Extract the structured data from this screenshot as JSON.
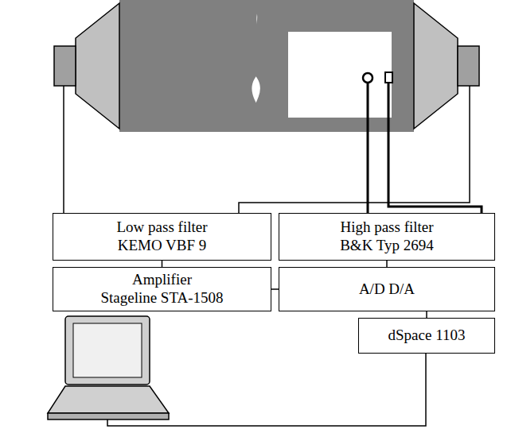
{
  "diagram": {
    "nodes": [
      {
        "text": [
          "Low pass filter",
          "KEMO VBF 9"
        ]
      },
      {
        "text": [
          "High pass filter",
          "B&K Typ 2694"
        ]
      },
      {
        "text": [
          "Amplifier",
          "Stageline STA-1508"
        ]
      },
      {
        "text": [
          "A/D D/A"
        ]
      },
      {
        "text": [
          "dSpace 1103"
        ]
      }
    ],
    "edges": [
      {
        "from": 0,
        "to": 2,
        "arrow": "none"
      },
      {
        "from": 1,
        "to": 3,
        "arrow": "none"
      },
      {
        "from": 2,
        "to": 3,
        "arrow": "none"
      },
      {
        "from": 3,
        "to": 4,
        "arrow": "none"
      }
    ]
  }
}
